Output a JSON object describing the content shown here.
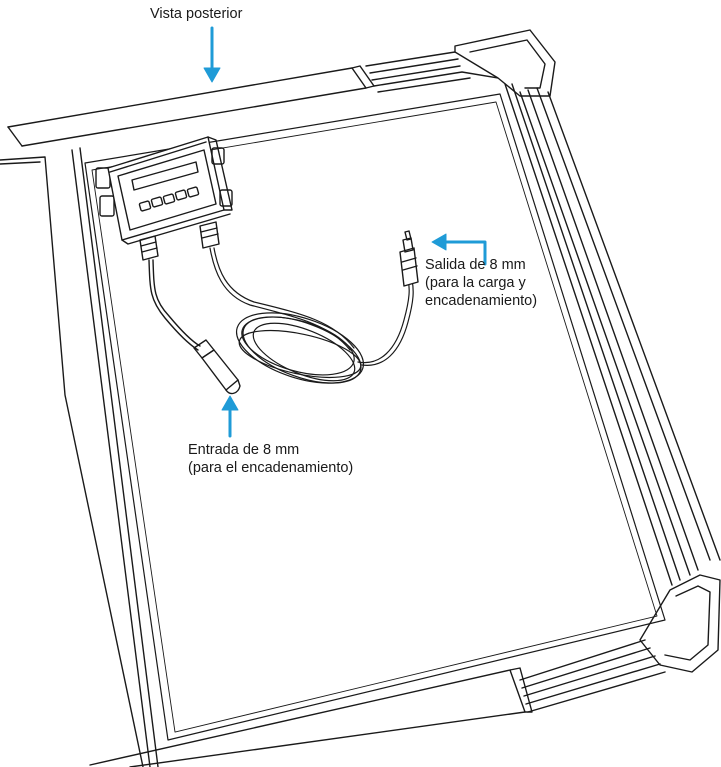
{
  "diagram": {
    "title": "Vista posterior",
    "output_label": {
      "line1": "Salida de 8 mm",
      "line2": "(para la carga y",
      "line3": "encadenamiento)"
    },
    "input_label": {
      "line1": "Entrada de 8 mm",
      "line2": "(para el encadenamiento)"
    },
    "colors": {
      "arrow": "#1f9bd7",
      "line": "#1a1a1a",
      "background": "#ffffff"
    }
  }
}
